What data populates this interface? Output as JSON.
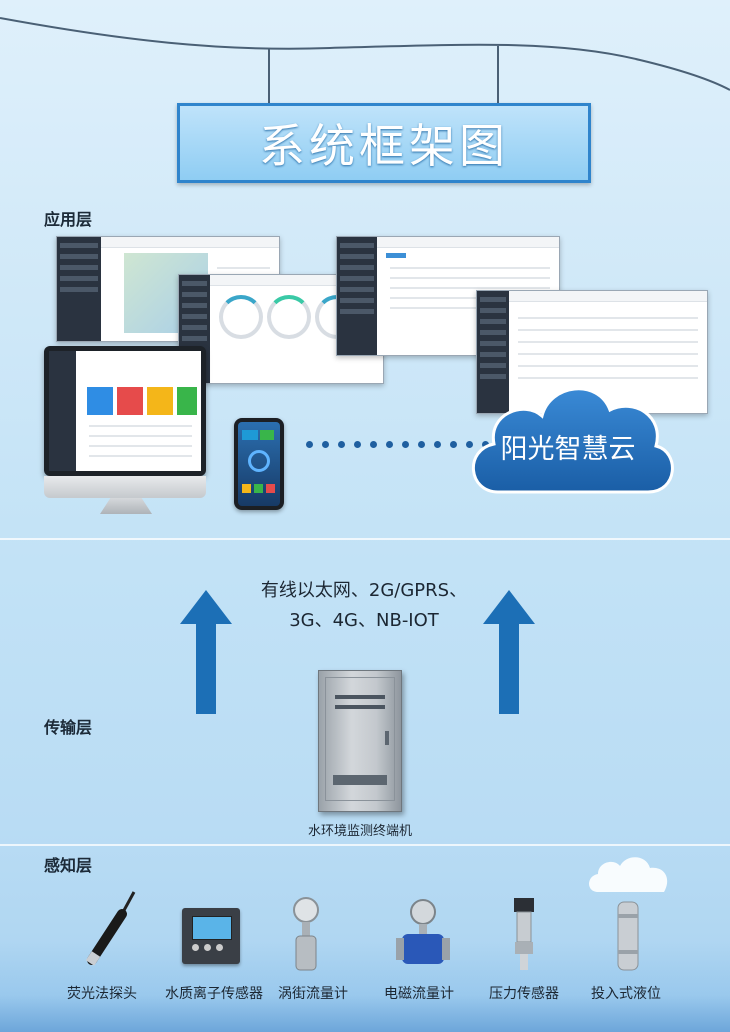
{
  "title": "系统框架图",
  "layers": {
    "application": "应用层",
    "transport": "传输层",
    "perception": "感知层"
  },
  "cloud": "阳光智慧云",
  "network": {
    "line1": "有线以太网、2G/GPRS、",
    "line2": "3G、4G、NB-IOT"
  },
  "terminal": "水环境监测终端机",
  "sensors": [
    "荧光法探头",
    "水质离子传感器",
    "涡街流量计",
    "电磁流量计",
    "压力传感器",
    "投入式液位"
  ],
  "colors": {
    "accent": "#1c6fb6",
    "title_border": "#2f84cc",
    "cloud": "#1f6fb9"
  },
  "icons": {
    "arrow": "up-arrow-icon",
    "cloud": "cloud-icon"
  }
}
